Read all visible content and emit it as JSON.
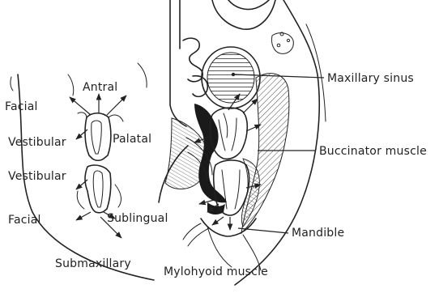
{
  "labels": {
    "antral": "Antral",
    "facial_upper": "Facial",
    "vestibular_upper": "Vestibular",
    "palatal": "Palatal",
    "vestibular_lower": "Vestibular",
    "facial_lower": "Facial",
    "sublingual": "Sublingual",
    "submaxillary": "Submaxillary",
    "mylohyoid_muscle": "Mylohyoid muscle",
    "maxillary_sinus": "Maxillary sinus",
    "buccinator_muscle": "Buccinator muscle",
    "mandible": "Mandible"
  }
}
